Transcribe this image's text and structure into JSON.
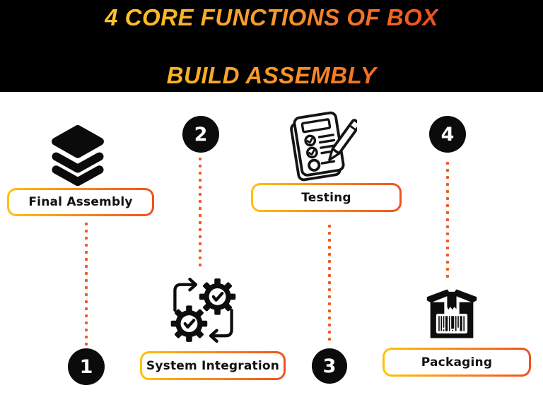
{
  "header": {
    "title_line1": "4 CORE FUNCTIONS OF BOX",
    "title_line2": "BUILD ASSEMBLY"
  },
  "steps": [
    {
      "number": "1",
      "label": "Final Assembly",
      "icon": "layers-stack-icon"
    },
    {
      "number": "2",
      "label": "System Integration",
      "icon": "gears-sync-icon"
    },
    {
      "number": "3",
      "label": "Testing",
      "icon": "checklist-pen-icon"
    },
    {
      "number": "4",
      "label": "Packaging",
      "icon": "package-barcode-icon"
    }
  ],
  "colors": {
    "title_gradient_start": "#FFC428",
    "title_gradient_end": "#F0511C",
    "pill_gradient_start": "#FFC10A",
    "pill_gradient_end": "#F0511C",
    "dot_orange": "#F2591F",
    "circle_black": "#0B0B0B",
    "background": "#FFFFFF",
    "header_background": "#000000"
  }
}
